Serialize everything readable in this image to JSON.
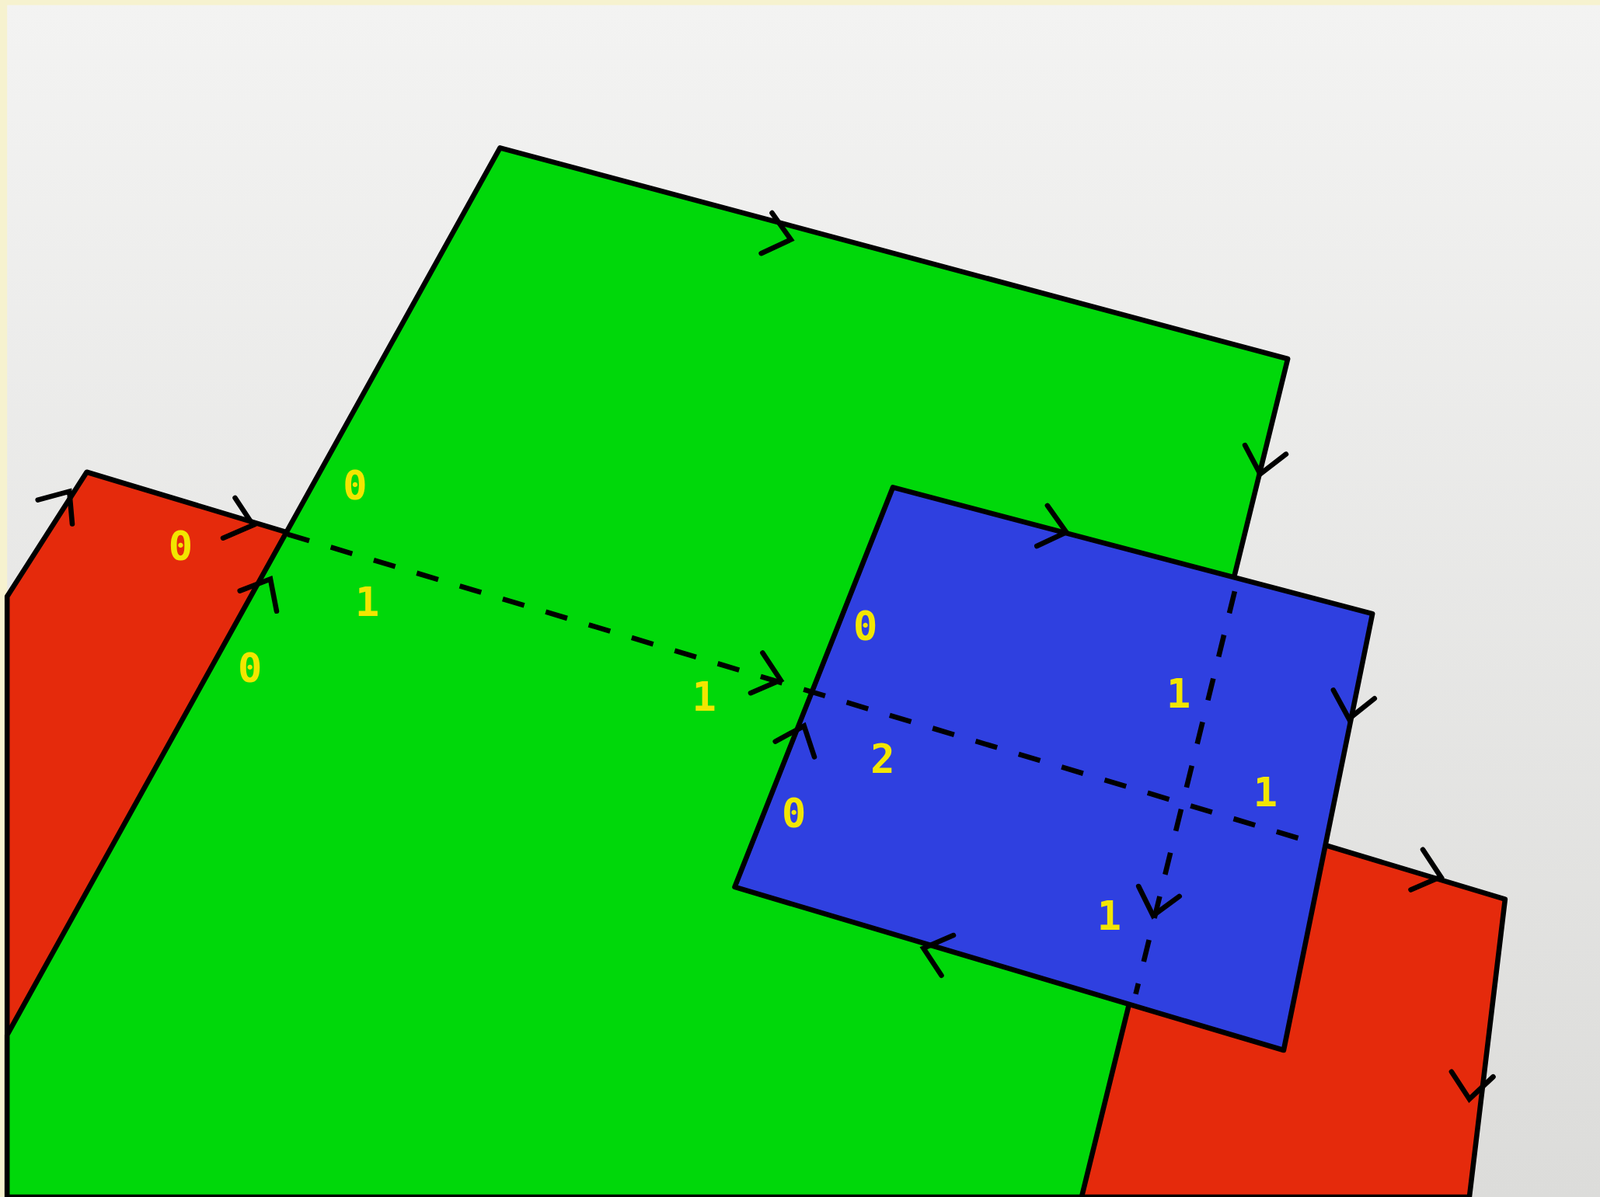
{
  "diagram": {
    "labels": [
      "0",
      "0",
      "1",
      "0",
      "0",
      "1",
      "1",
      "2",
      "1",
      "0",
      "1"
    ]
  }
}
